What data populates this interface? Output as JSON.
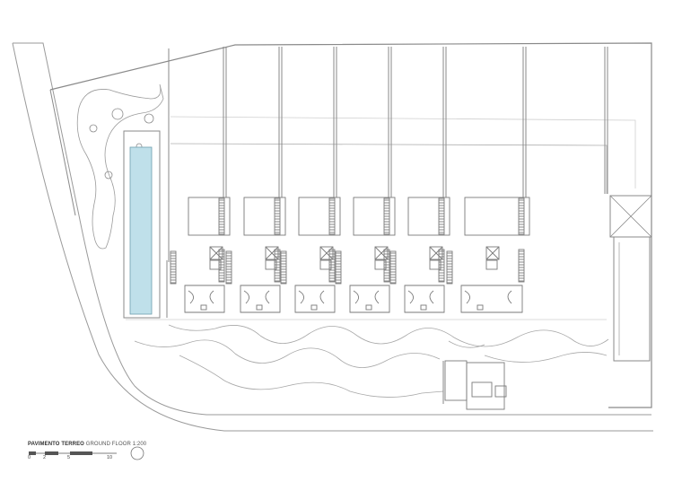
{
  "drawing": {
    "title_bold": "PAVIMENTO TERREO",
    "title_regular": "GROUND FLOOR 1:200",
    "scale_ticks": [
      "0",
      "2",
      "5",
      "10"
    ],
    "units": [
      {
        "id": "unit-1"
      },
      {
        "id": "unit-2"
      },
      {
        "id": "unit-3"
      },
      {
        "id": "unit-4"
      },
      {
        "id": "unit-5"
      },
      {
        "id": "unit-6"
      }
    ],
    "colors": {
      "line": "#8a8a8a",
      "line_light": "#c4c4c4",
      "pool_fill": "#bfe0ea",
      "pool_stroke": "#6f9fae"
    }
  }
}
